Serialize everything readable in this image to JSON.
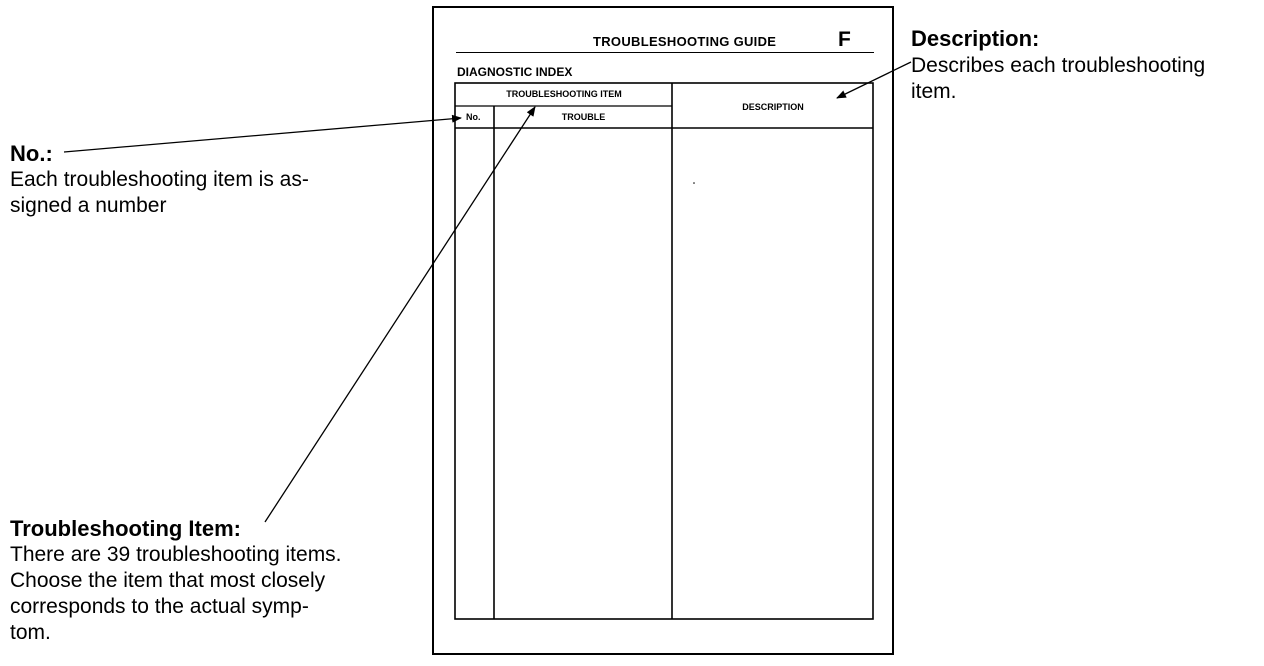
{
  "document": {
    "header_title": "TROUBLESHOOTING GUIDE",
    "section_letter": "F",
    "index_label": "DIAGNOSTIC INDEX",
    "table": {
      "group_header": "TROUBLESHOOTING ITEM",
      "col_no": "No.",
      "col_trouble": "TROUBLE",
      "col_description": "DESCRIPTION"
    }
  },
  "callouts": {
    "description": {
      "title": "Description:",
      "lines": [
        "Describes each troubleshooting",
        "item."
      ]
    },
    "number": {
      "title": "No.:",
      "lines": [
        "Each troubleshooting item is as-",
        "signed a number"
      ]
    },
    "item": {
      "title": "Troubleshooting Item:",
      "lines": [
        "There are 39 troubleshooting items.",
        "Choose the item that most closely",
        "corresponds to the actual symp-",
        "tom."
      ]
    }
  }
}
